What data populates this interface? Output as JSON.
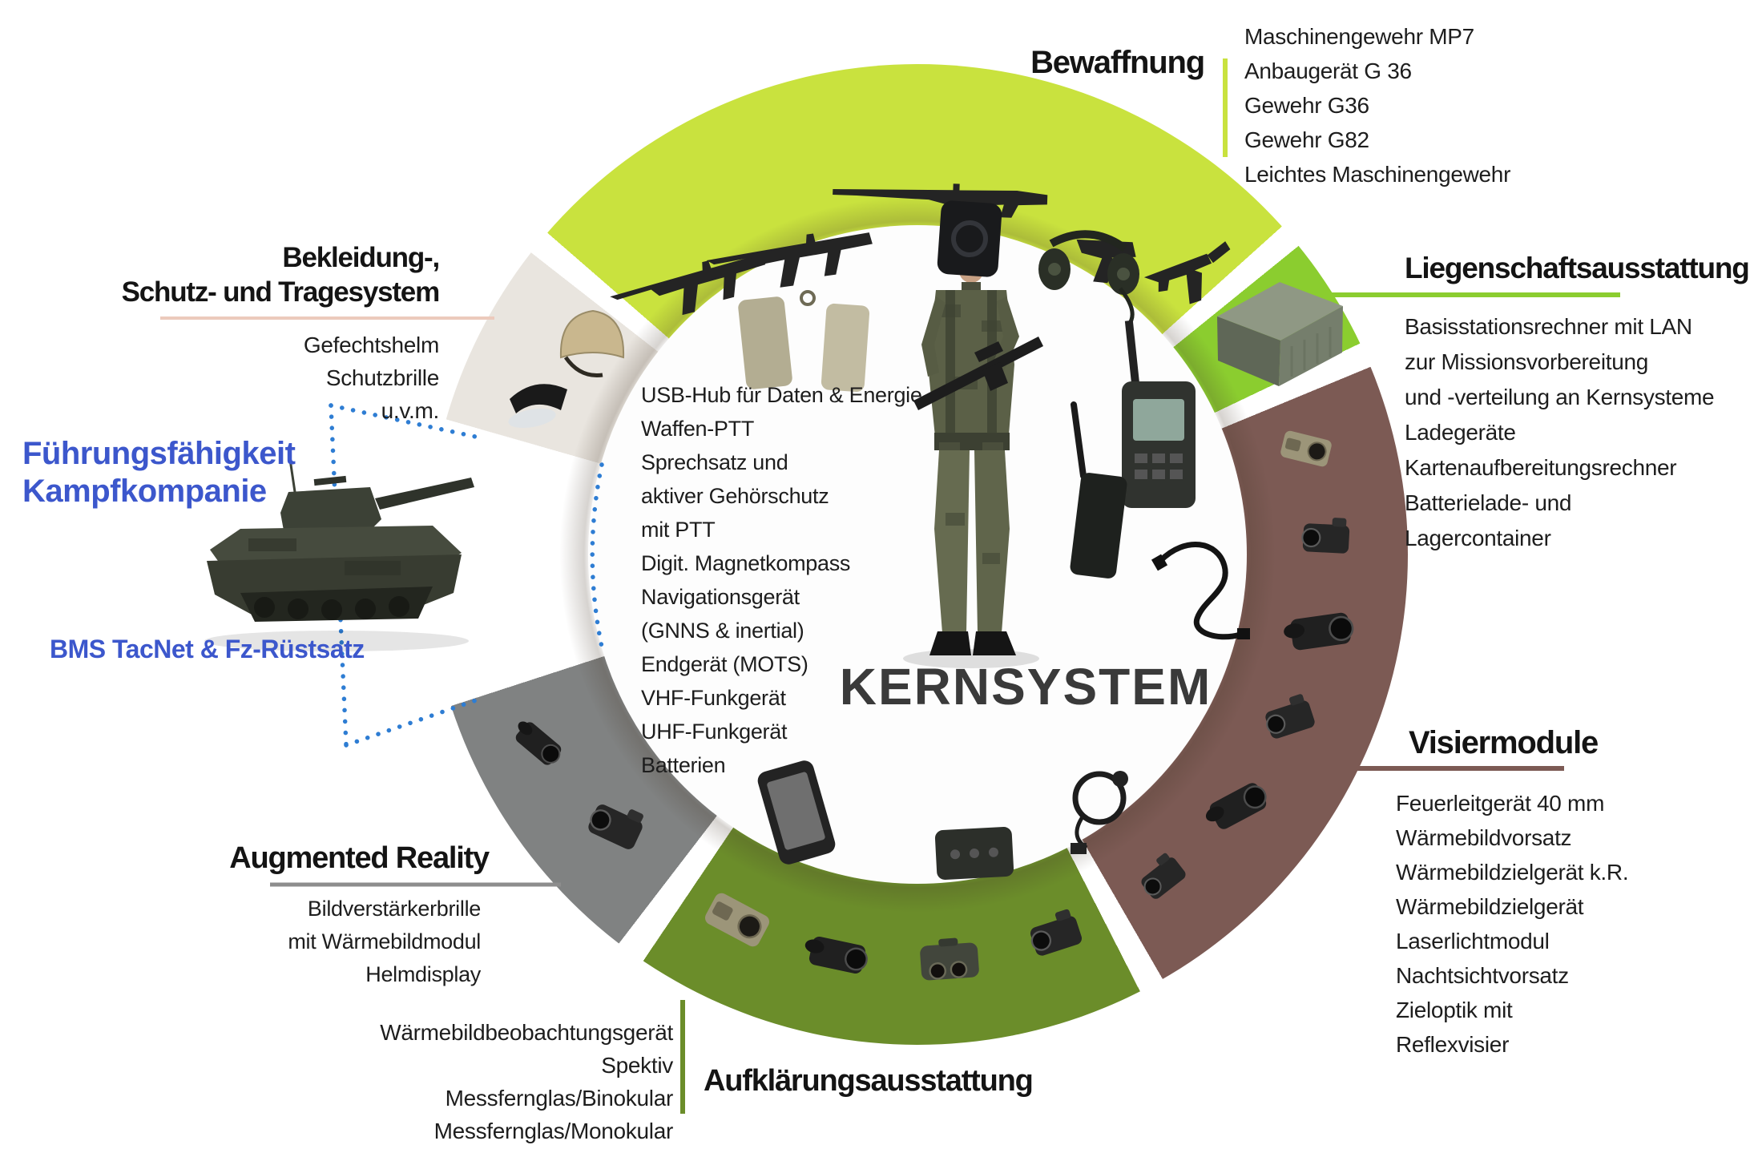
{
  "center": {
    "title": "KERNSYSTEM",
    "equipment_lines": [
      "USB-Hub für Daten & Energie",
      "Waffen-PTT",
      "Sprechsatz und",
      "aktiver Gehörschutz",
      "mit PTT",
      "Digit. Magnetkompass",
      "Navigationsgerät",
      "(GNNS & inertial)",
      "Endgerät (MOTS)",
      "VHF-Funkgerät",
      "UHF-Funkgerät",
      "Batterien"
    ]
  },
  "sections": {
    "bewaffnung": {
      "title": "Bewaffnung",
      "color": "#c9e23e",
      "items": [
        "Maschinengewehr MP7",
        "Anbaugerät G 36",
        "Gewehr G36",
        "Gewehr G82",
        "Leichtes Maschinengewehr"
      ]
    },
    "liegenschaft": {
      "title": "Liegenschaftsausstattung",
      "color": "#8bcd2f",
      "items": [
        "Basisstationsrechner mit LAN",
        "zur Missionsvorbereitung",
        "und -verteilung an Kernsysteme",
        "Ladegeräte",
        "Kartenaufbereitungsrechner",
        "Batterielade- und",
        "Lagercontainer"
      ]
    },
    "visiermodule": {
      "title": "Visiermodule",
      "color": "#7c5a54",
      "items": [
        "Feuerleitgerät 40 mm",
        "Wärmebildvorsatz",
        "Wärmebildzielgerät k.R.",
        "Wärmebildzielgerät",
        "Laserlichtmodul",
        "Nachtsichtvorsatz",
        "Zieloptik mit",
        "Reflexvisier"
      ]
    },
    "aufklaerung": {
      "title": "Aufklärungsausstattung",
      "color": "#6b8d2a",
      "items": [
        "Wärmebildbeobachtungsgerät",
        "Spektiv",
        "Messfernglas/Binokular",
        "Messfernglas/Monokular"
      ]
    },
    "augmented_reality": {
      "title": "Augmented Reality",
      "color": "#8d8d8d",
      "items": [
        "Bildverstärkerbrille",
        "mit Wärmebildmodul",
        "Helmdisplay"
      ]
    },
    "bekleidung": {
      "title_line1": "Bekleidung-,",
      "title_line2": "Schutz- und Tragesystem",
      "color": "#e9e5df",
      "underline_color": "#eccabc",
      "items": [
        "Gefechtshelm",
        "Schutzbrille",
        "u.v.m."
      ]
    },
    "fuehrung": {
      "title_line1": "Führungsfähigkeit",
      "title_line2": "Kampfkompanie",
      "caption": "BMS TacNet & Fz-Rüstsatz",
      "text_color": "#3c57cc",
      "dotted_color": "#2e7dd3"
    }
  },
  "ring": {
    "stops": [
      {
        "name": "bewaffnung",
        "color": "#c9e23e",
        "to": 48
      },
      {
        "name": "gap",
        "color": "#ffffff",
        "to": 51
      },
      {
        "name": "liegenschaft",
        "color": "#8bcd2f",
        "to": 64.5
      },
      {
        "name": "gap",
        "color": "#ffffff",
        "to": 67.5
      },
      {
        "name": "visiermodule",
        "color": "#7c5a54",
        "to": 150
      },
      {
        "name": "gap",
        "color": "#ffffff",
        "to": 153
      },
      {
        "name": "aufklaerung",
        "color": "#6b8d2a",
        "to": 214
      },
      {
        "name": "gap",
        "color": "#ffffff",
        "to": 217.5
      },
      {
        "name": "augmented-reality",
        "color": "#808282",
        "to": 252
      },
      {
        "name": "gap-fuehrung",
        "color": "#ffffff",
        "to": 286
      },
      {
        "name": "bekleidung",
        "color": "#e9e5df",
        "to": 308
      },
      {
        "name": "gap",
        "color": "#ffffff",
        "to": 311
      },
      {
        "name": "bewaffnung",
        "color": "#c9e23e",
        "to": 360
      }
    ]
  }
}
